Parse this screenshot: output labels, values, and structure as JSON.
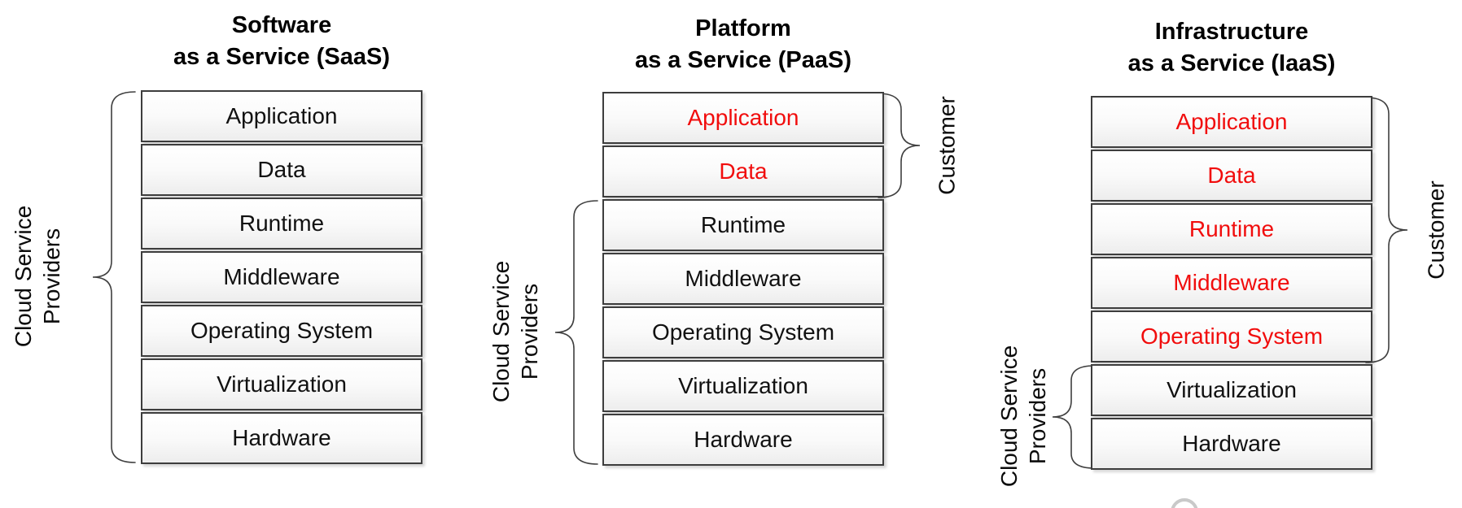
{
  "colors": {
    "red": "#f10d0d",
    "black": "#111111",
    "box_border": "#3d3d3d",
    "brace": "#3f3f3f",
    "artifact_gray": "#c9c9c9"
  },
  "columns": [
    {
      "title_line1": "Software",
      "title_line2": "as a Service (SaaS)",
      "layers": [
        {
          "label": "Application",
          "color": "#111111"
        },
        {
          "label": "Data",
          "color": "#111111"
        },
        {
          "label": "Runtime",
          "color": "#111111"
        },
        {
          "label": "Middleware",
          "color": "#111111"
        },
        {
          "label": "Operating System",
          "color": "#111111"
        },
        {
          "label": "Virtualization",
          "color": "#111111"
        },
        {
          "label": "Hardware",
          "color": "#111111"
        }
      ],
      "left_brace_label": {
        "line1": "Cloud Service",
        "line2": "Providers"
      }
    },
    {
      "title_line1": "Platform",
      "title_line2": "as a Service (PaaS)",
      "layers": [
        {
          "label": "Application",
          "color": "#f10d0d"
        },
        {
          "label": "Data",
          "color": "#f10d0d"
        },
        {
          "label": "Runtime",
          "color": "#111111"
        },
        {
          "label": "Middleware",
          "color": "#111111"
        },
        {
          "label": "Operating System",
          "color": "#111111"
        },
        {
          "label": "Virtualization",
          "color": "#111111"
        },
        {
          "label": "Hardware",
          "color": "#111111"
        }
      ],
      "left_brace_label": {
        "line1": "Cloud Service",
        "line2": "Providers"
      },
      "right_brace_label": "Customer"
    },
    {
      "title_line1": "Infrastructure",
      "title_line2": "as a Service (IaaS)",
      "layers": [
        {
          "label": "Application",
          "color": "#f10d0d"
        },
        {
          "label": "Data",
          "color": "#f10d0d"
        },
        {
          "label": "Runtime",
          "color": "#f10d0d"
        },
        {
          "label": "Middleware",
          "color": "#f10d0d"
        },
        {
          "label": "Operating System",
          "color": "#f10d0d"
        },
        {
          "label": "Virtualization",
          "color": "#111111"
        },
        {
          "label": "Hardware",
          "color": "#111111"
        }
      ],
      "left_brace_label": {
        "line1": "Cloud Service",
        "line2": "Providers"
      },
      "right_brace_label": "Customer"
    }
  ]
}
